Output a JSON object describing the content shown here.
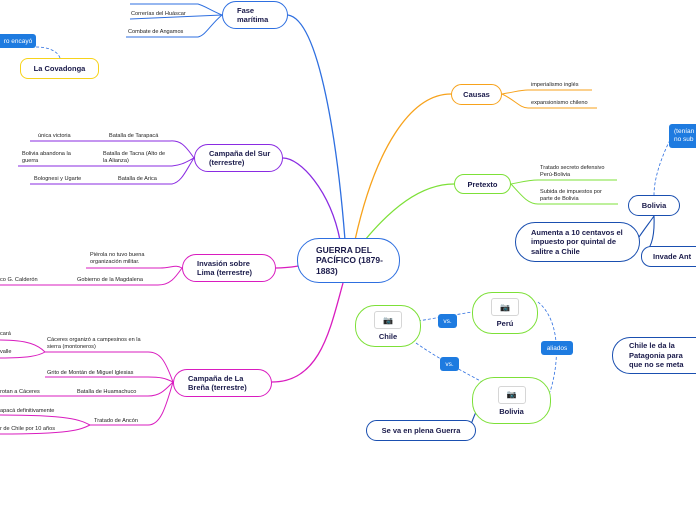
{
  "center": {
    "label": "GUERRA DEL PACÍFICO (1879-1883)"
  },
  "branches": {
    "fase_maritima": {
      "label": "Fase marítima",
      "items": [
        "Correrías del Huáscar",
        "Combate de Angamos"
      ]
    },
    "causas": {
      "label": "Causas",
      "items": [
        "imperialismo inglés",
        "expansionismo chileno"
      ]
    },
    "pretexto": {
      "label": "Pretexto",
      "items": [
        "Tratado secreto defensivo Perú-Bolivia",
        "Subida de impuestos por parte de Bolivia"
      ]
    },
    "campana_sur": {
      "label": "Campaña del Sur (terrestre)",
      "battles": [
        "Batalla de Tarapacá",
        "Batalla de Tacna (Alto de la Alianza)",
        "Batalla de Arica"
      ],
      "details": [
        "única victoria",
        "Bolivia abandona la guerra",
        "Bolognesi y Ugarte"
      ]
    },
    "invasion_lima": {
      "label": "Invasión sobre Lima (terrestre)",
      "items": [
        "Piérola no tuvo buena organización militar.",
        "Gobierno de la Magdalena"
      ],
      "details": [
        "co G. Calderón"
      ]
    },
    "campana_brena": {
      "label": "Campaña de La Breña (terrestre)",
      "items": [
        "Cáceres organizó a campesinos en la sierra (montoneros)",
        "Grito de Montán de Miguel Iglesias",
        "Batalla de Huamachuco",
        "Tratado de Ancón"
      ],
      "details": [
        "cará",
        "valle",
        "rotan a Cáceres",
        "apacá definitivamente",
        "r de Chile por 10 años"
      ]
    }
  },
  "left": {
    "tag": "ro encayó",
    "covadonga": "La Covadonga"
  },
  "right": {
    "tag": "(tenían no sub",
    "bolivia": "Bolivia",
    "aumenta": "Aumenta a 10 centavos el impuesto por quintal de salitre a Chile",
    "invade": "Invade Ant",
    "patagonia": "Chile le da la Patagonia para que no se meta"
  },
  "alliance": {
    "chile": "Chile",
    "peru": "Perú",
    "bolivia": "Bolivia",
    "vs": "vs.",
    "aliados": "aliados",
    "se_va": "Se va en plena Guerra"
  }
}
